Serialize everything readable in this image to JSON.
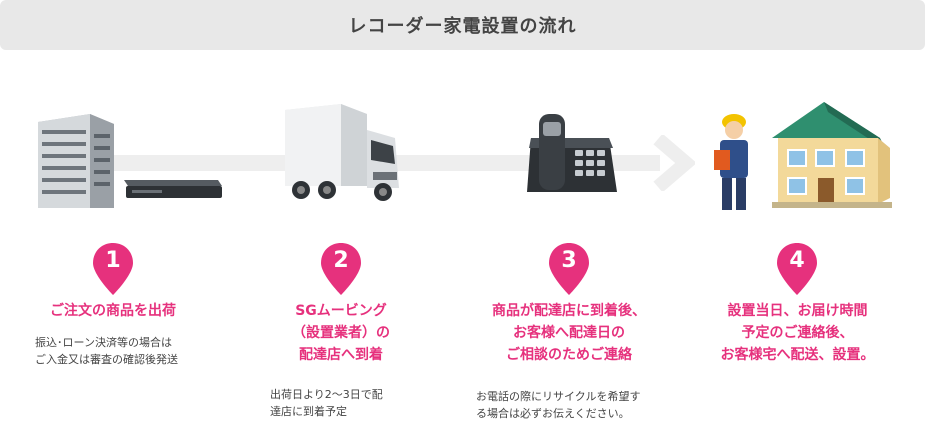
{
  "header": {
    "title": "レコーダー家電設置の流れ"
  },
  "colors": {
    "accent": "#e6317d",
    "header_bg": "#e8e8e8"
  },
  "steps": [
    {
      "number": "1",
      "icon": "warehouse-building-and-recorder-icon",
      "title_lines": [
        "ご注文の商品を出荷"
      ],
      "desc_lines": [
        "振込･ローン決済等の場合は",
        "ご入金又は審査の確認後発送"
      ]
    },
    {
      "number": "2",
      "icon": "delivery-truck-icon",
      "title_lines": [
        "SGムービング",
        "（設置業者）の",
        "配達店へ到着"
      ],
      "desc_lines": [
        "出荷日より2～3日で配",
        "達店に到着予定"
      ]
    },
    {
      "number": "3",
      "icon": "telephone-icon",
      "title_lines": [
        "商品が配達店に到着後、",
        "お客様へ配達日の",
        "ご相談のためご連絡"
      ],
      "desc_lines": [
        "お電話の際にリサイクルを希望す",
        "る場合は必ずお伝えください。"
      ]
    },
    {
      "number": "4",
      "icon": "installer-and-house-icon",
      "title_lines": [
        "設置当日、お届け時間",
        "予定のご連絡後、",
        "お客様宅へ配送、設置。"
      ],
      "desc_lines": []
    }
  ]
}
